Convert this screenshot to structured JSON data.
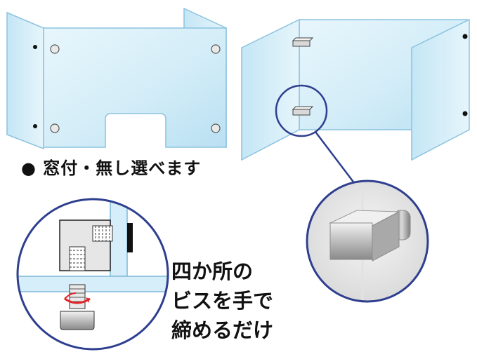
{
  "captions": {
    "window_option": "● 窓付・無し選べます",
    "hand_tighten_line1": "四か所の",
    "hand_tighten_line2": "ビスを手で",
    "hand_tighten_line3": "締めるだけ"
  },
  "colors": {
    "panel_fill": "#d6eef9",
    "panel_edge": "#7fb8d8",
    "callout_ring": "#2e3f8f",
    "rotation_arrow": "#e0262b",
    "text": "#111111"
  },
  "icons": {
    "bullet": "filled-circle-icon",
    "rotation": "rotation-arrow-icon",
    "screw": "screw-icon",
    "bracket": "bracket-clamp-icon"
  }
}
